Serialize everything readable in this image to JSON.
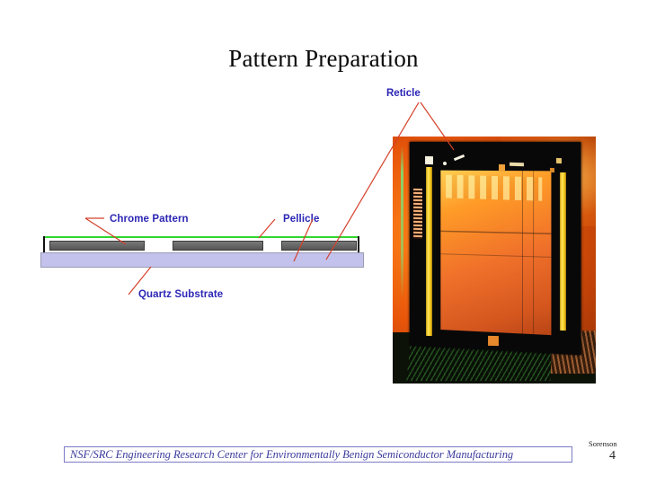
{
  "slide": {
    "title": "Pattern Preparation",
    "background_color": "#ffffff"
  },
  "colors": {
    "label_blue": "#2b26b5",
    "leader_red": "#d4402a",
    "pellicle_green": "#2fd62f",
    "quartz_lavender": "#c2c2ec",
    "chrome_gray": "#5e5e5e",
    "footer_blue": "#3b3b9e",
    "footer_border": "#7a7ac8"
  },
  "diagram": {
    "name": "reticle-cross-section",
    "labels": {
      "chrome_pattern": "Chrome Pattern",
      "pellicle": "Pellicle",
      "quartz_substrate": "Quartz Substrate"
    },
    "parts": [
      {
        "name": "pellicle-membrane",
        "description": "green horizontal line spanning the top"
      },
      {
        "name": "pellicle-frame-post-left",
        "description": "black vertical post at left end"
      },
      {
        "name": "pellicle-frame-post-right",
        "description": "black vertical post at right end"
      },
      {
        "name": "chrome-block-1",
        "description": "dark gray opaque chrome patch"
      },
      {
        "name": "chrome-block-2",
        "description": "dark gray opaque chrome patch"
      },
      {
        "name": "chrome-block-3",
        "description": "dark gray opaque chrome patch"
      },
      {
        "name": "quartz-substrate",
        "description": "lavender transparent plate"
      }
    ]
  },
  "photo": {
    "name": "reticle-photograph",
    "label": "Reticle",
    "description": "Photograph of a photomask reticle in a dark frame with two yellow vertical strips and a glowing orange patterned center panel, resting on a dark green mesh platform"
  },
  "footer": {
    "text": "NSF/SRC Engineering Research Center for Environmentally Benign Semiconductor Manufacturing",
    "author": "Sorenson",
    "page_number": "4"
  }
}
